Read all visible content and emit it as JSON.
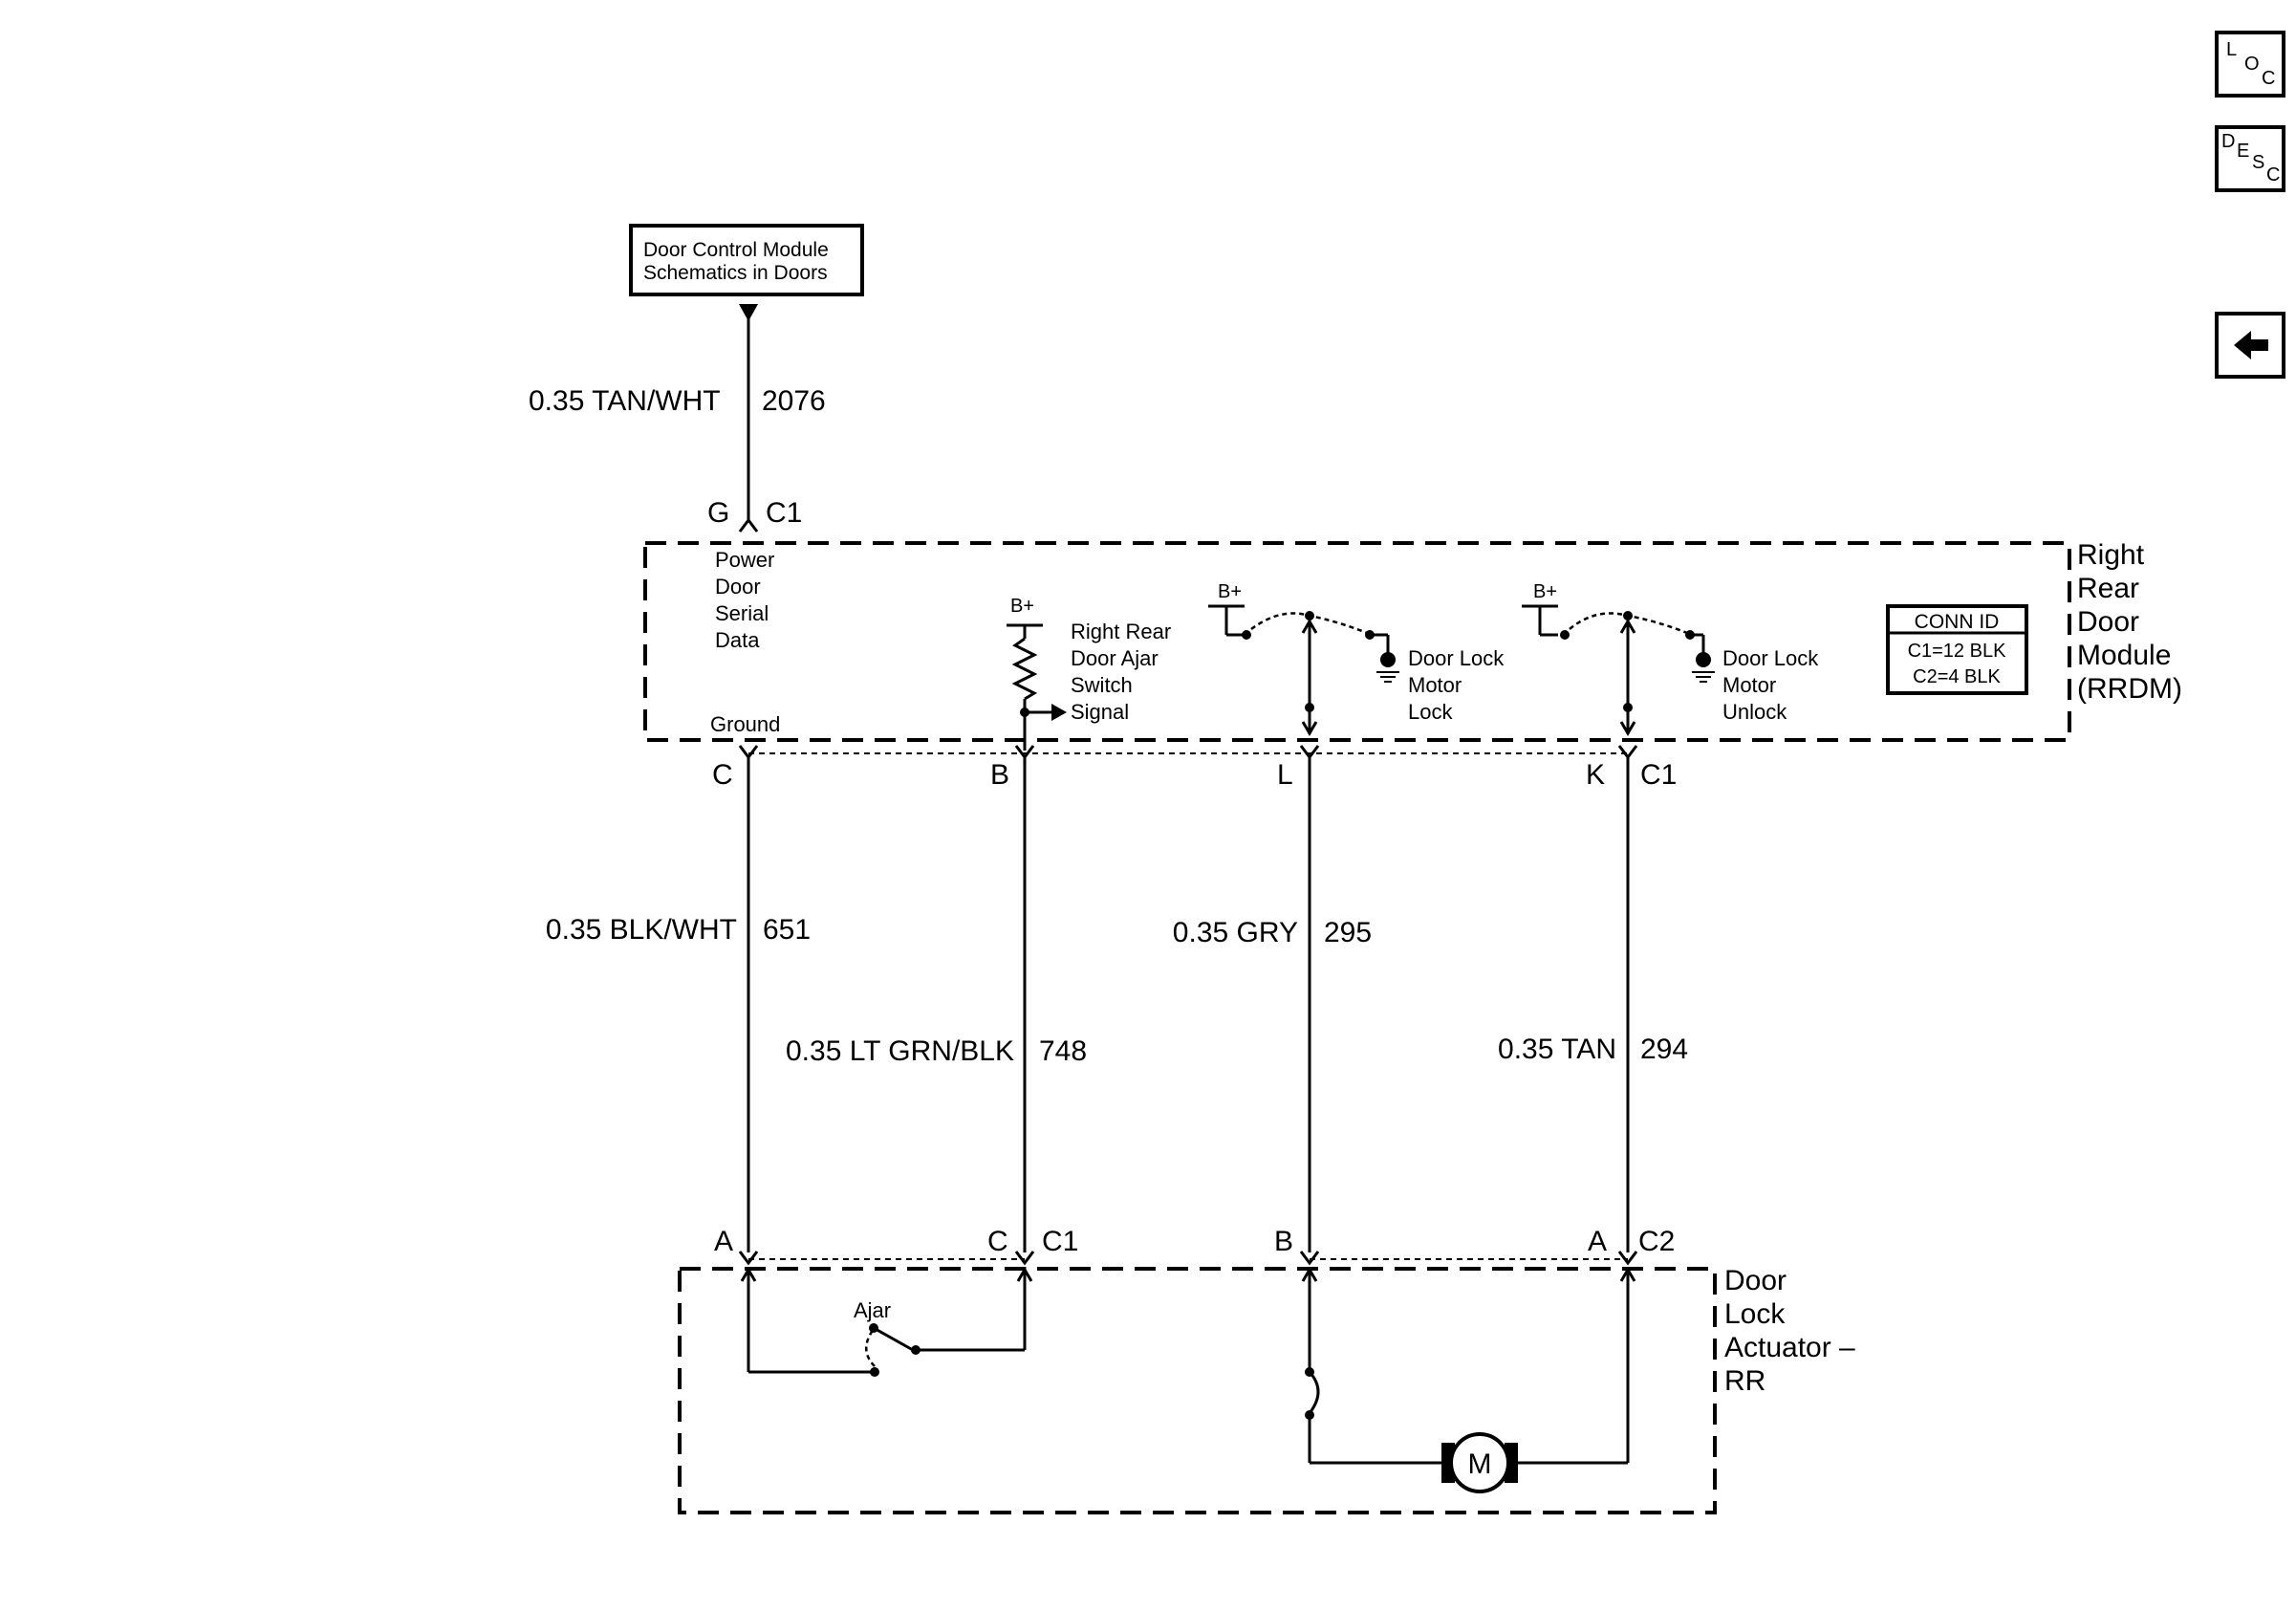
{
  "nav": {
    "loc": {
      "l1": "L",
      "l2": "O",
      "l3": "C"
    },
    "desc": {
      "l1": "D",
      "l2": "E",
      "l3": "S",
      "l4": "C"
    },
    "back": {
      "icon": "left-arrow-icon"
    }
  },
  "reference_box": {
    "line1": "Door Control Module",
    "line2": "Schematics in Doors"
  },
  "top_wire": {
    "label": "0.35 TAN/WHT",
    "circuit": "2076",
    "pin": "G",
    "connector": "C1"
  },
  "rrdm": {
    "name": [
      "Right",
      "Rear",
      "Door",
      "Module",
      "(RRDM)"
    ],
    "power_label": [
      "Power",
      "Door",
      "Serial",
      "Data"
    ],
    "ground_label": "Ground",
    "ajar_switch_label": [
      "Right Rear",
      "Door Ajar",
      "Switch",
      "Signal"
    ],
    "lock_label": [
      "Door Lock",
      "Motor",
      "Lock"
    ],
    "unlock_label": [
      "Door Lock",
      "Motor",
      "Unlock"
    ],
    "bplus": "B+",
    "conn_id": {
      "title": "CONN ID",
      "c1": "C1=12 BLK",
      "c2": "C2=4 BLK"
    }
  },
  "module_pins": {
    "c": "C",
    "b": "B",
    "l": "L",
    "k": "K",
    "connector": "C1"
  },
  "wires": [
    {
      "label": "0.35 BLK/WHT",
      "circuit": "651"
    },
    {
      "label": "0.35 LT GRN/BLK",
      "circuit": "748"
    },
    {
      "label": "0.35 GRY",
      "circuit": "295"
    },
    {
      "label": "0.35 TAN",
      "circuit": "294"
    }
  ],
  "actuator_pins": {
    "a1": "A",
    "c": "C",
    "c1": "C1",
    "b": "B",
    "a2": "A",
    "c2": "C2"
  },
  "actuator": {
    "name": [
      "Door",
      "Lock",
      "Actuator –",
      "RR"
    ],
    "ajar_label": "Ajar",
    "motor": "M"
  }
}
